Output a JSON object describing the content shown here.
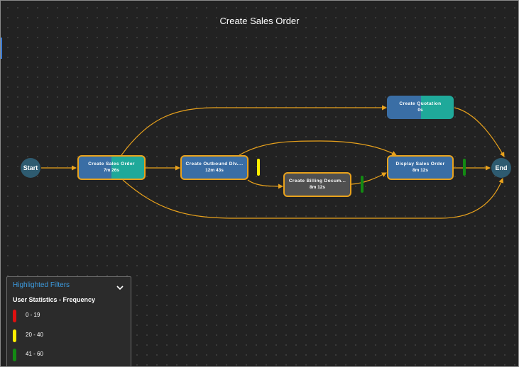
{
  "title": "Create Sales Order",
  "nodes": {
    "start": "Start",
    "end": "End"
  },
  "activities": {
    "create_sales_order": {
      "name": "Create Sales Order",
      "time": "7m 26s"
    },
    "create_outbound": {
      "name": "Create Outbound Dlv....",
      "time": "12m 43s"
    },
    "create_billing": {
      "name": "Create Billing Docum...",
      "time": "8m 12s"
    },
    "display_sales_order": {
      "name": "Display Sales Order",
      "time": "8m 12s"
    },
    "create_quotation": {
      "name": "Create Quotation",
      "time": "0s"
    }
  },
  "colors": {
    "edge": "#e9a21c",
    "activity_blue": "#3a6ea5",
    "activity_teal": "#1fa99a",
    "activity_gray": "#505050",
    "red": "#e01010",
    "yellow": "#ffee00",
    "green": "#138a13"
  },
  "panel": {
    "title": "Highlighted Filters",
    "subtitle": "User Statistics - Frequency",
    "chevron_icon": "chevron-down-icon",
    "legend": [
      {
        "label": "0 - 19",
        "color": "#e01010"
      },
      {
        "label": "20 - 40",
        "color": "#ffee00"
      },
      {
        "label": "41 - 60",
        "color": "#138a13"
      }
    ]
  }
}
